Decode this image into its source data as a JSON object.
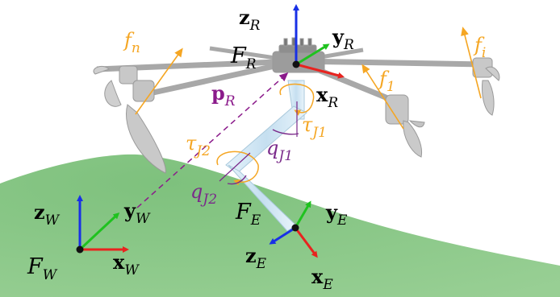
{
  "colors": {
    "ground": "#8cc98a",
    "thrust": "#f5a623",
    "position": "#8b1a8b",
    "joint": "#7a2a8a",
    "axis_x": "#e8231f",
    "axis_y": "#1fc21f",
    "axis_z": "#1830e6",
    "arm": "#cfe6f4",
    "drone": "#b9b9b9"
  },
  "labels": {
    "zR_main": "z",
    "zR_sub": "R",
    "yR_main": "y",
    "yR_sub": "R",
    "xR_main": "x",
    "xR_sub": "R",
    "FR_main": "F",
    "FR_sub": "R",
    "fn_main": "f",
    "fn_sub": "n",
    "fi_main": "f",
    "fi_sub": "i",
    "f1_main": "f",
    "f1_sub": "1",
    "pR_main": "p",
    "pR_sub": "R",
    "tauJ1_main": "τ",
    "tauJ1_sub": "J1",
    "tauJ2_main": "τ",
    "tauJ2_sub": "J2",
    "qJ1_main": "q",
    "qJ1_sub": "J1",
    "qJ2_main": "q",
    "qJ2_sub": "J2",
    "zW_main": "z",
    "zW_sub": "W",
    "yW_main": "y",
    "yW_sub": "W",
    "xW_main": "x",
    "xW_sub": "W",
    "FW_main": "F",
    "FW_sub": "W",
    "FE_main": "F",
    "FE_sub": "E",
    "yE_main": "y",
    "yE_sub": "E",
    "zE_main": "z",
    "zE_sub": "E",
    "xE_main": "x",
    "xE_sub": "E"
  }
}
